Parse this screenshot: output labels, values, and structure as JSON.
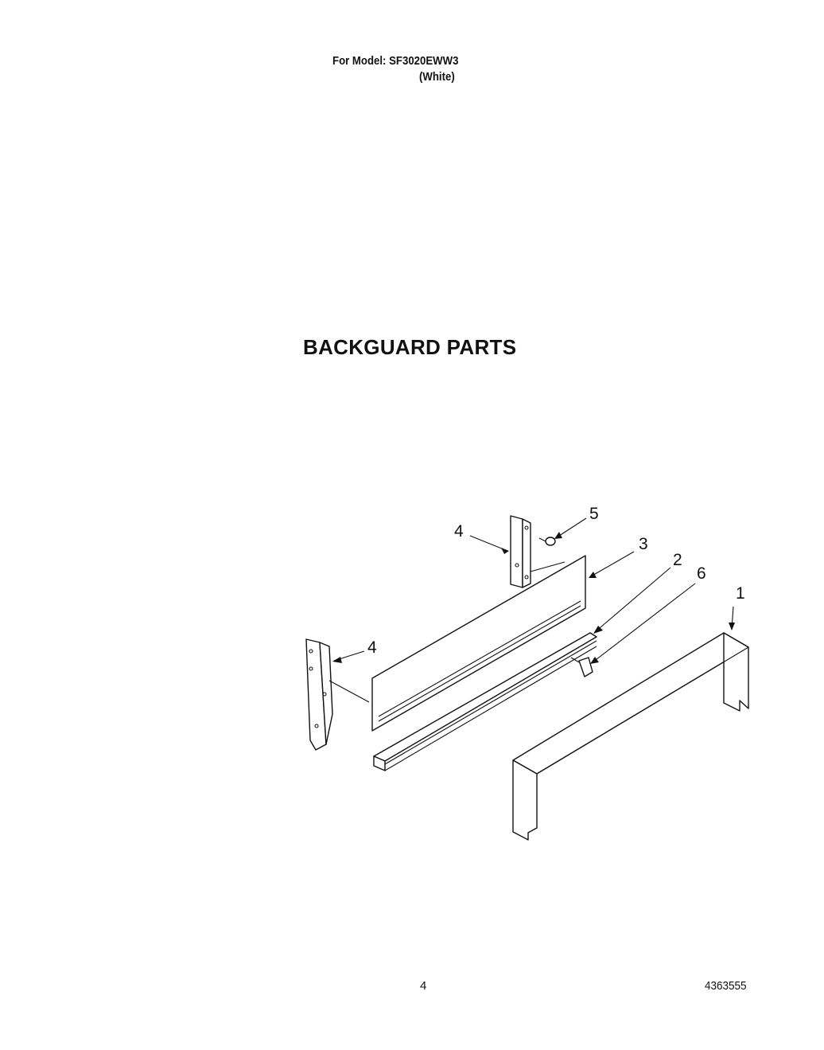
{
  "header": {
    "model_line": "For Model: SF3020EWW3",
    "color_line": "(White)"
  },
  "title": "BACKGUARD PARTS",
  "diagram": {
    "callouts": {
      "part_1": "1",
      "part_2": "2",
      "part_3": "3",
      "part_4_top": "4",
      "part_4_left": "4",
      "part_5": "5",
      "part_6": "6"
    }
  },
  "footer": {
    "page_number": "4",
    "doc_number": "4363555"
  }
}
